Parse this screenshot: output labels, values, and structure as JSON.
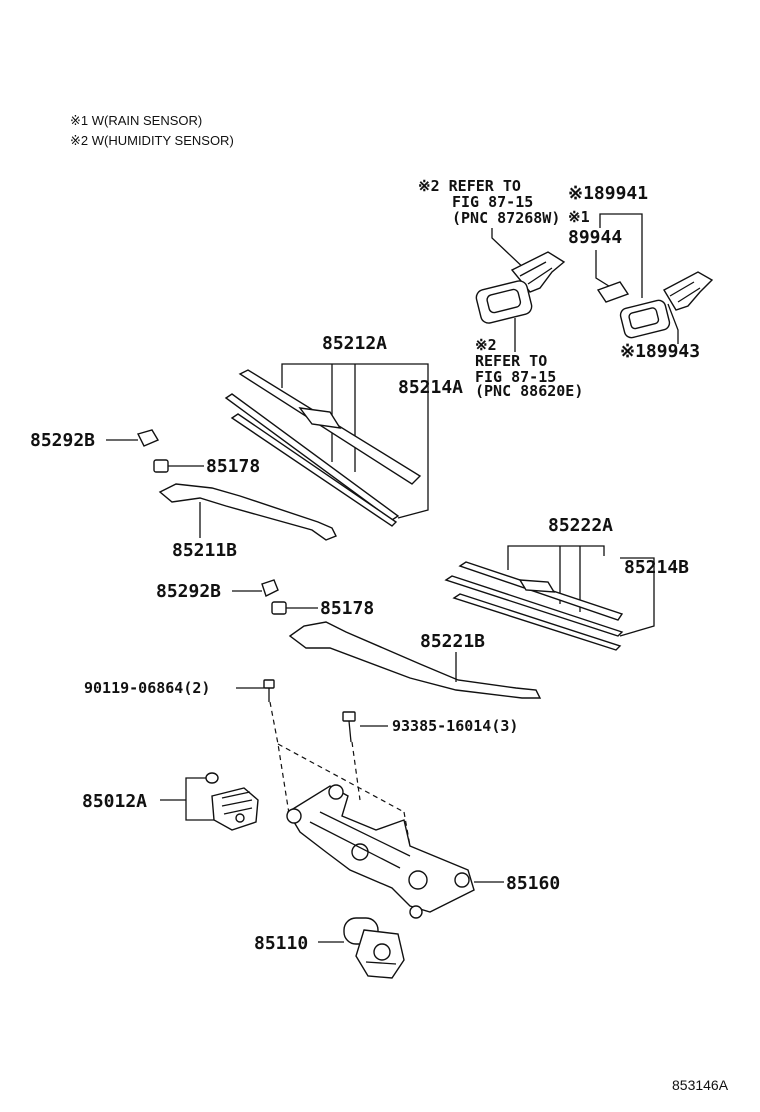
{
  "notes": {
    "n1": "※1 W(RAIN SENSOR)",
    "n2": "※2 W(HUMIDITY SENSOR)"
  },
  "refs": {
    "ref_a_l1": "※2 REFER TO",
    "ref_a_l2": "FIG 87-15",
    "ref_a_l3": "(PNC 87268W)",
    "ref_b_mark": "※2",
    "ref_b_l1": "REFER TO",
    "ref_b_l2": "FIG 87-15",
    "ref_b_l3": "(PNC 88620E)"
  },
  "parts": {
    "p89941": "※189941",
    "p89944_mark": "※1",
    "p89944": "89944",
    "p89943": "※189943",
    "p85212A": "85212A",
    "p85214A": "85214A",
    "p85292B_1": "85292B",
    "p85178_1": "85178",
    "p85211B": "85211B",
    "p85222A": "85222A",
    "p85214B": "85214B",
    "p85292B_2": "85292B",
    "p85178_2": "85178",
    "p85221B": "85221B",
    "p90119": "90119-06864(2)",
    "p93385": "93385-16014(3)",
    "p85012A": "85012A",
    "p85160": "85160",
    "p85110": "85110"
  },
  "figure_code": "853146A"
}
